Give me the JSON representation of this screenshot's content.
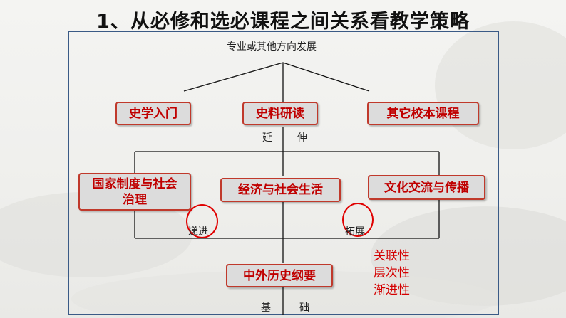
{
  "title": "1、从必修和选必课程之间关系看教学策略",
  "top_label": "专业或其他方向发展",
  "elective_boxes": [
    "史学入门",
    "史料研读",
    "其它校本课程"
  ],
  "extend_label": [
    "延",
    "伸"
  ],
  "required_boxes": [
    "国家制度与社会治理",
    "经济与社会生活",
    "文化交流与传播"
  ],
  "progress_label": "递进",
  "expand_label": "拓展",
  "foundation_box": "中外历史纲要",
  "foundation_label": [
    "基",
    "础"
  ],
  "properties": [
    "关联性",
    "层次性",
    "渐进性"
  ],
  "colors": {
    "box_text": "#c00000",
    "box_border": "#c0392b",
    "frame": "#3a5a86",
    "highlight": "#e00000"
  }
}
